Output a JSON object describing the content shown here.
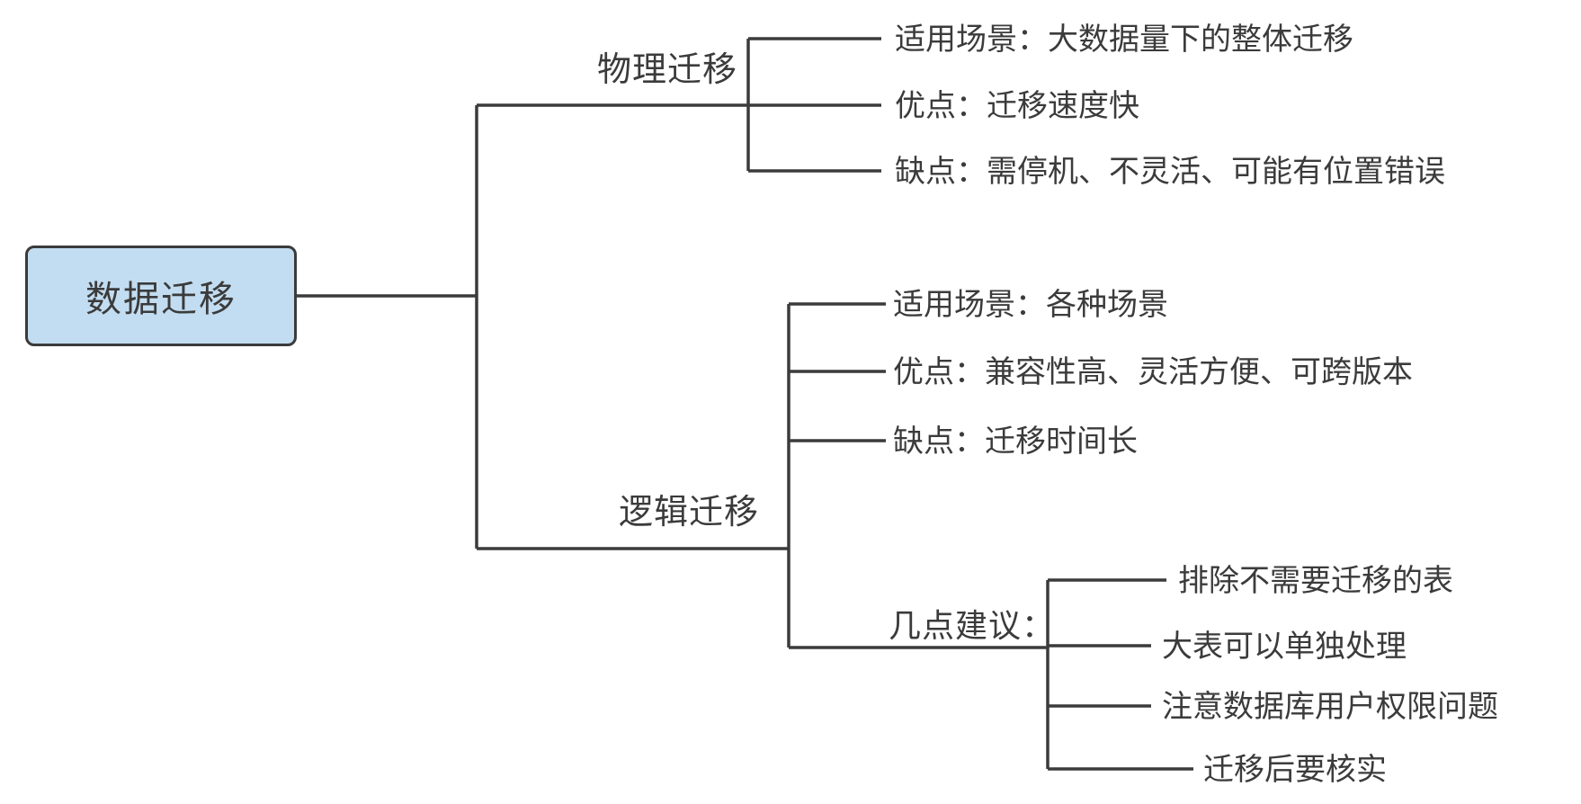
{
  "colors": {
    "background": "#ffffff",
    "root_fill": "#c2ddf1",
    "line": "#3b3b3b",
    "text": "#3b3b3b"
  },
  "mindmap": {
    "root": {
      "label": "数据迁移"
    },
    "branches": [
      {
        "label": "物理迁移",
        "children": [
          {
            "label": "适用场景：大数据量下的整体迁移"
          },
          {
            "label": "优点：迁移速度快"
          },
          {
            "label": "缺点：需停机、不灵活、可能有位置错误"
          }
        ]
      },
      {
        "label": "逻辑迁移",
        "children": [
          {
            "label": "适用场景：各种场景"
          },
          {
            "label": "优点：兼容性高、灵活方便、可跨版本"
          },
          {
            "label": "缺点：迁移时间长"
          },
          {
            "label": "几点建议：",
            "children": [
              {
                "label": "排除不需要迁移的表"
              },
              {
                "label": "大表可以单独处理"
              },
              {
                "label": "注意数据库用户权限问题"
              },
              {
                "label": "迁移后要核实"
              }
            ]
          }
        ]
      }
    ]
  }
}
